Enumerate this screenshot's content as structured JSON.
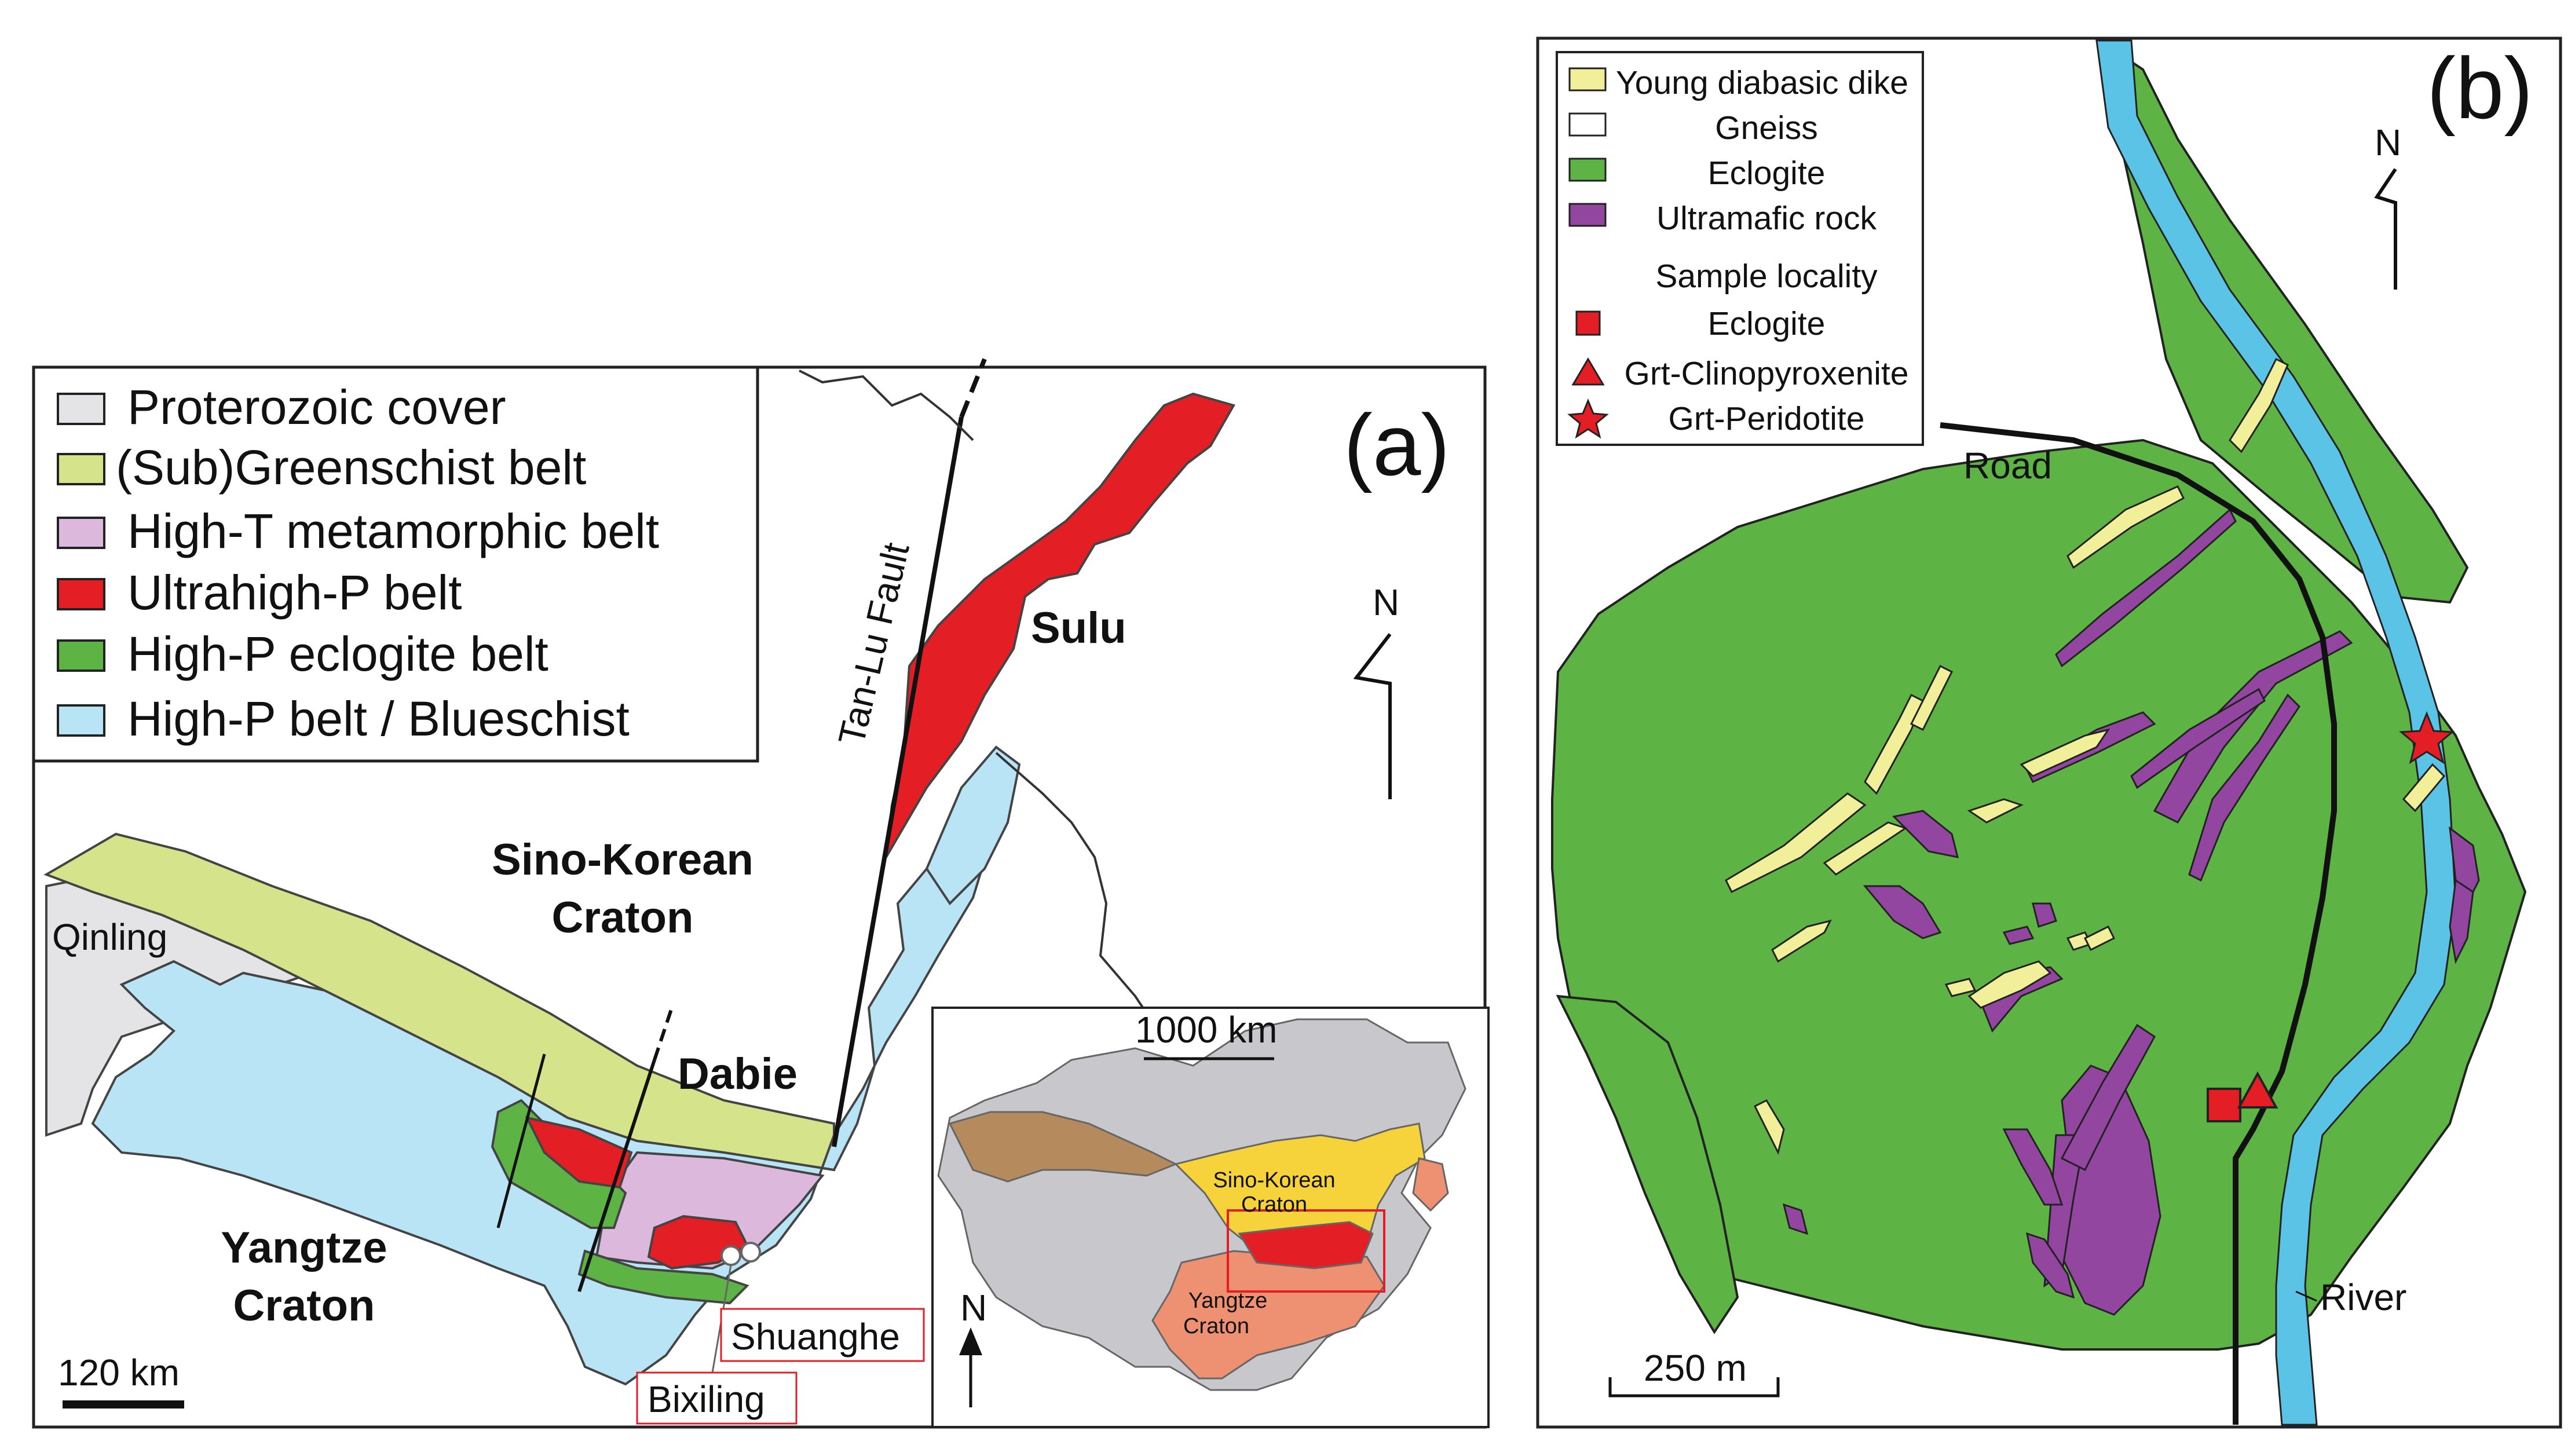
{
  "panel_a": {
    "label": "(a)",
    "legend": [
      {
        "label": "Proterozoic cover",
        "color": "#e4e4e6"
      },
      {
        "label": "(Sub)Greenschist belt",
        "color": "#d5e48b"
      },
      {
        "label": "High-T metamorphic belt",
        "color": "#dcb8dc"
      },
      {
        "label": "Ultrahigh-P belt",
        "color": "#e31e24"
      },
      {
        "label": "High-P eclogite belt",
        "color": "#5db445"
      },
      {
        "label": "High-P belt / Blueschist",
        "color": "#b9e4f6"
      }
    ],
    "places": {
      "sulu": "Sulu",
      "dabie": "Dabie",
      "sino_korean": [
        "Sino-Korean",
        "Craton"
      ],
      "yangtze": [
        "Yangtze",
        "Craton"
      ],
      "qinling": "Qinling",
      "fault": "Tan-Lu Fault",
      "shuanghe": "Shuanghe",
      "bixiling": "Bixiling"
    },
    "north": "N",
    "scale": "120 km",
    "inset": {
      "scale": "1000 km",
      "north": "N",
      "sino_korean": [
        "Sino-Korean",
        "Craton"
      ],
      "yangtze": [
        "Yangtze",
        "Craton"
      ],
      "colors": {
        "china": "#c8c8cc",
        "brown": "#b58a5c",
        "yellow": "#f6d33a",
        "salmon": "#ee9173",
        "red": "#e31e24"
      }
    }
  },
  "panel_b": {
    "label": "(b)",
    "legend": [
      {
        "label": "Young diabasic dike",
        "color": "#f2ef9a",
        "kind": "swatch"
      },
      {
        "label": "Gneiss",
        "color": "#ffffff",
        "kind": "swatch"
      },
      {
        "label": "Eclogite",
        "color": "#5db445",
        "kind": "swatch"
      },
      {
        "label": "Ultramafic rock",
        "color": "#9346a0",
        "kind": "swatch"
      }
    ],
    "sample_title": "Sample locality",
    "samples": [
      {
        "label": "Eclogite",
        "symbol": "square-icon"
      },
      {
        "label": "Grt-Clinopyroxenite",
        "symbol": "triangle-icon"
      },
      {
        "label": "Grt-Peridotite",
        "symbol": "star-icon"
      }
    ],
    "symbol_color": "#e31e24",
    "river_color": "#5bc4e6",
    "road": "Road",
    "river": "River",
    "north": "N",
    "scale": "250 m"
  }
}
